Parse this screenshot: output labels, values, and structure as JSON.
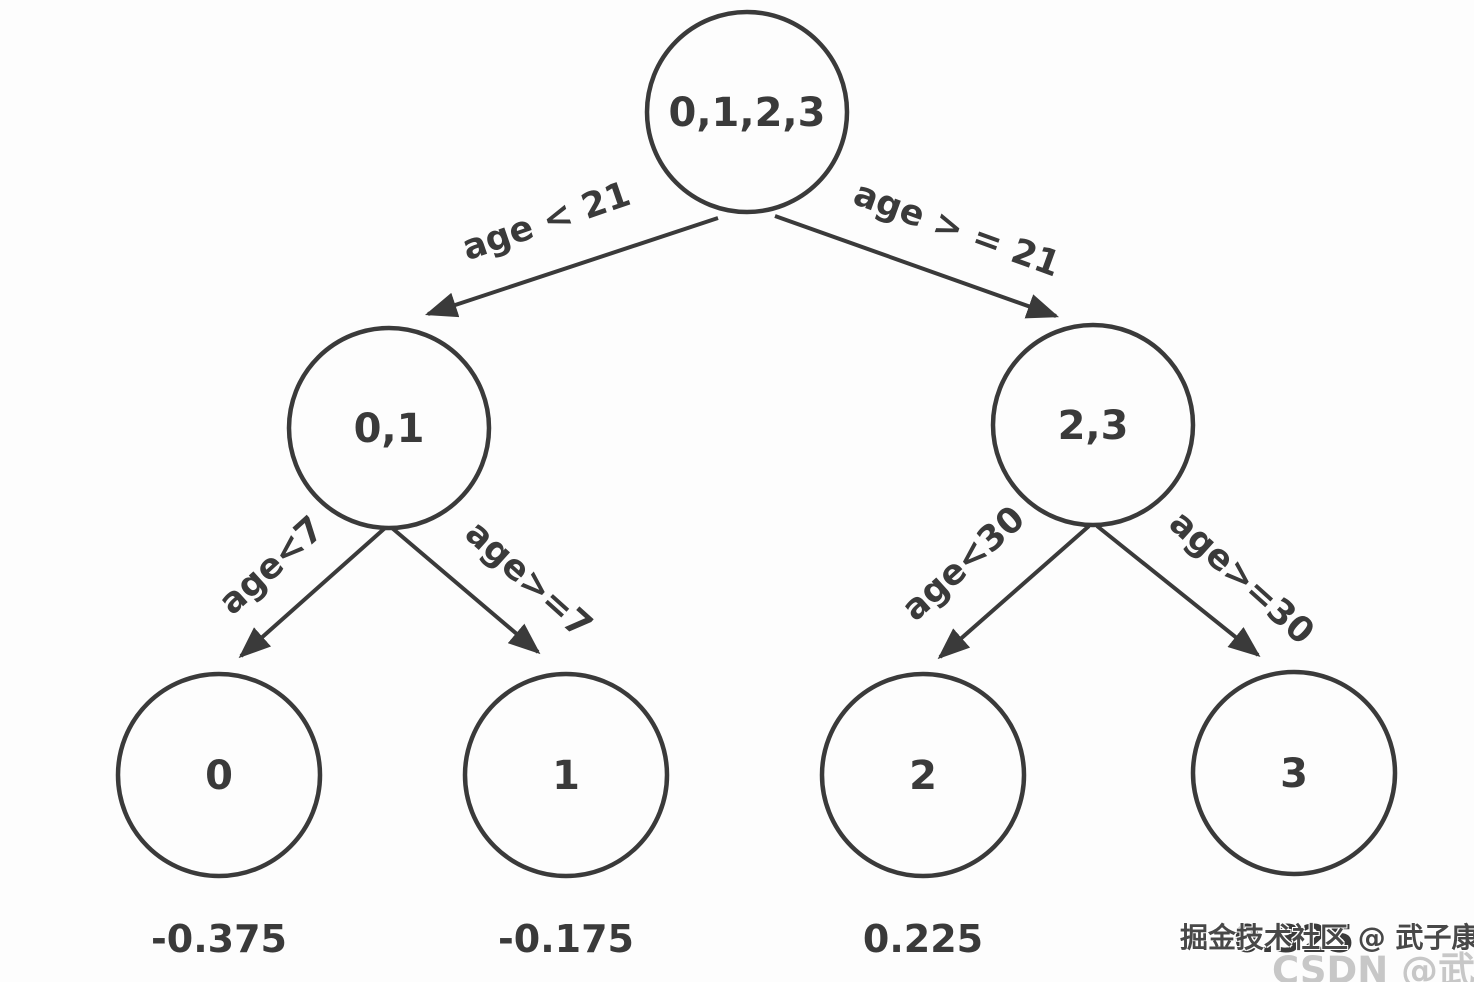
{
  "colors": {
    "background": "#fdfdfd",
    "line": "#3a3a3a",
    "text": "#3a3a3a",
    "watermark_dark": "#484848",
    "watermark_light": "#c7c7c7"
  },
  "tree": {
    "root": {
      "label": "0,1,2,3"
    },
    "internal": [
      {
        "label": "0,1"
      },
      {
        "label": "2,3"
      }
    ],
    "leaves": [
      {
        "label": "0",
        "value": "-0.375"
      },
      {
        "label": "1",
        "value": "-0.175"
      },
      {
        "label": "2",
        "value": "0.225"
      },
      {
        "label": "3",
        "value": "0.325"
      }
    ],
    "edges": [
      {
        "from": "root",
        "to": "node-0-1",
        "label": "age < 21"
      },
      {
        "from": "root",
        "to": "node-2-3",
        "label": "age > = 21"
      },
      {
        "from": "node-0-1",
        "to": "leaf-0",
        "label": "age<7"
      },
      {
        "from": "node-0-1",
        "to": "leaf-1",
        "label": "age>=7"
      },
      {
        "from": "node-2-3",
        "to": "leaf-2",
        "label": "age<30"
      },
      {
        "from": "node-2-3",
        "to": "leaf-3",
        "label": "age>=30"
      }
    ]
  },
  "watermark": {
    "dark": "掘金技术社区 @ 武子康",
    "light": "CSDN @武子康"
  }
}
